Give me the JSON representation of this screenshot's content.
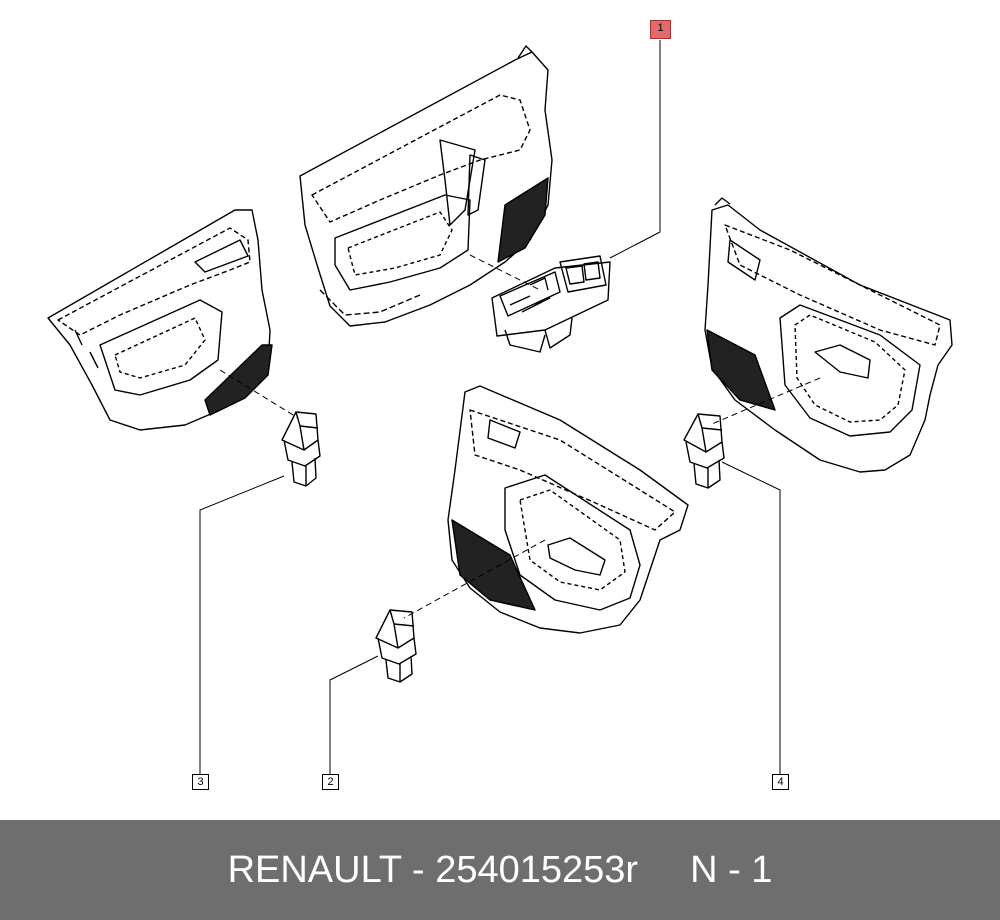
{
  "callouts": [
    "1",
    "2",
    "3",
    "4"
  ],
  "footer": {
    "part_text": "RENAULT - 254015253r",
    "ref_text": "N - 1"
  },
  "colors": {
    "highlight": "#e36a6a",
    "footer_bg": "#6e6e6e",
    "line": "#000000"
  }
}
